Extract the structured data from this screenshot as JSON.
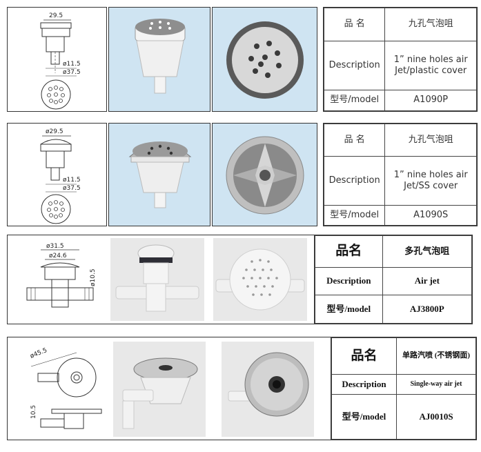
{
  "products": [
    {
      "dims": [
        "29.5",
        "ø11.5",
        "ø37.5"
      ],
      "spec": {
        "name_label": "品 名",
        "name_value": "九孔气泡咀",
        "desc_label": "Description",
        "desc_value": "1” nine holes air Jet/plastic cover",
        "model_label": "型号/model",
        "model_value": "A1090P"
      }
    },
    {
      "dims": [
        "ø29.5",
        "ø11.5",
        "ø37.5"
      ],
      "spec": {
        "name_label": "品 名",
        "name_value": "九孔气泡咀",
        "desc_label": "Description",
        "desc_value": "1” nine holes air Jet/SS cover",
        "model_label": "型号/model",
        "model_value": "A1090S"
      }
    },
    {
      "dims": [
        "ø31.5",
        "ø24.6",
        "ø10.5"
      ],
      "spec": {
        "name_label": "品名",
        "name_value": "多孔气泡咀",
        "desc_label": "Description",
        "desc_value": "Air jet",
        "model_label": "型号/model",
        "model_value": "AJ3800P"
      }
    },
    {
      "dims": [
        "ø45.5",
        "10.5"
      ],
      "spec": {
        "name_label": "品名",
        "name_value": "单路汽喷 (不锈钢面)",
        "desc_label": "Description",
        "desc_value": "Single-way air jet",
        "model_label": "型号/model",
        "model_value": "AJ0010S"
      }
    }
  ]
}
